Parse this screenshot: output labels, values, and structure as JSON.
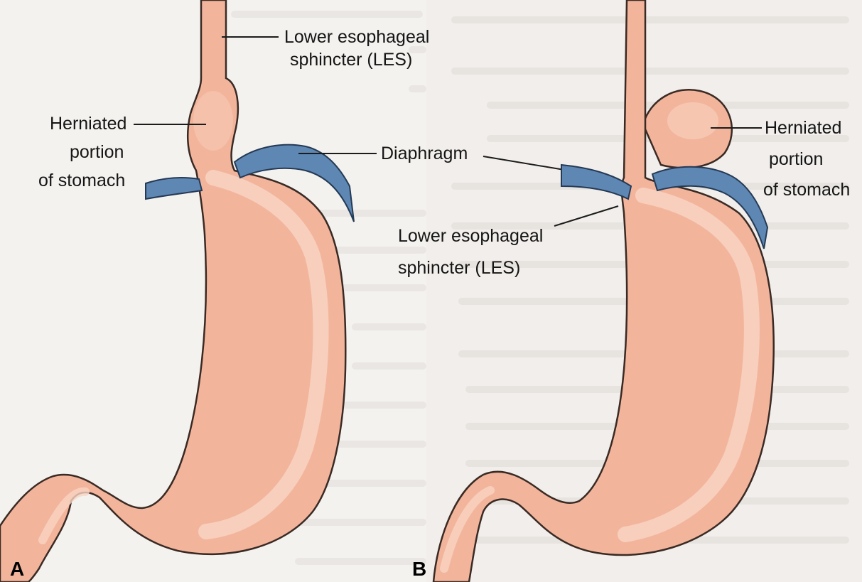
{
  "figure": {
    "panel_a": {
      "letter": "A",
      "labels": {
        "les_line1": "Lower esophageal",
        "les_line2": "sphincter (LES)",
        "herniated_line1": "Herniated",
        "herniated_line2": "portion",
        "herniated_line3": "of stomach"
      }
    },
    "shared": {
      "diaphragm": "Diaphragm"
    },
    "panel_b": {
      "letter": "B",
      "labels": {
        "les_line1": "Lower esophageal",
        "les_line2": "sphincter (LES)",
        "herniated_line1": "Herniated",
        "herniated_line2": "portion",
        "herniated_line3": "of stomach"
      }
    }
  },
  "colors": {
    "stomach_fill": "#f2b8a0",
    "stomach_highlight": "#f8cdb9",
    "stomach_outline": "#3a2a24",
    "diaphragm_fill": "#5f87b3",
    "diaphragm_outline": "#243a55",
    "background_paper": "#f4f2ef"
  }
}
